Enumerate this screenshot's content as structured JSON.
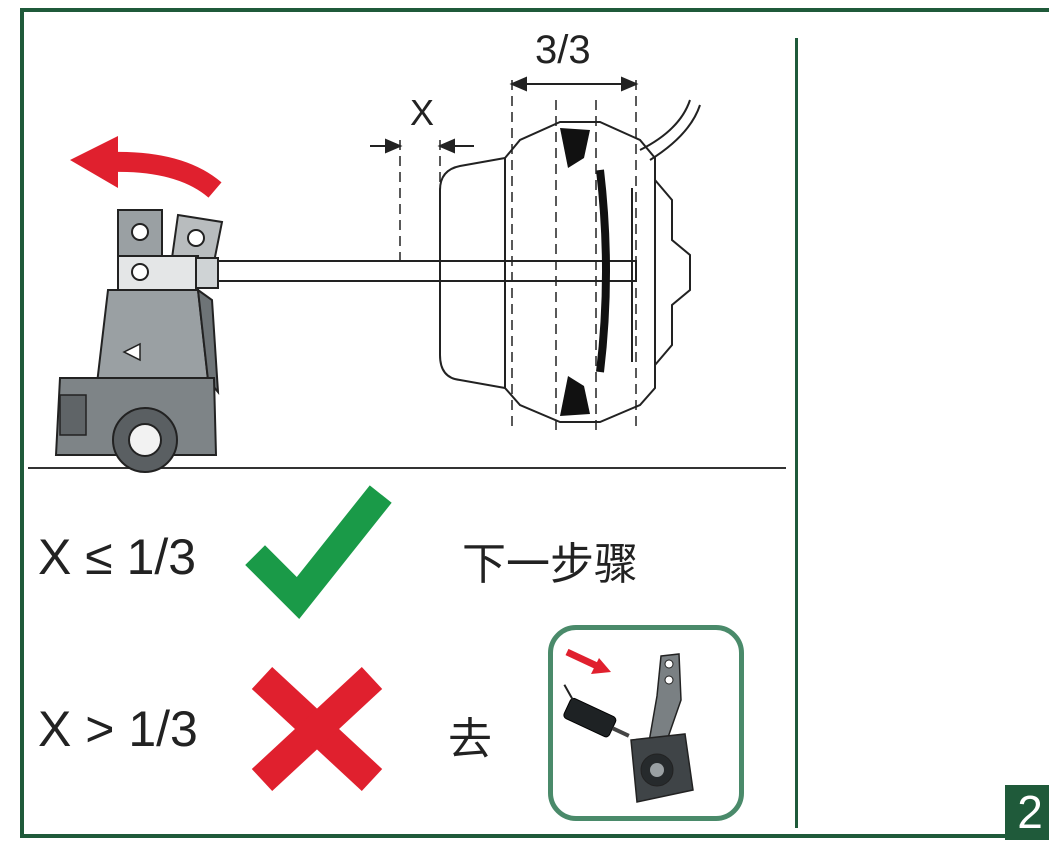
{
  "dimension_label": "3/3",
  "gap_label": "X",
  "rows": [
    {
      "condition": "X ≤ 1/3",
      "result": "check",
      "action": "下一步骤"
    },
    {
      "condition": "X > 1/3",
      "result": "cross",
      "action": "去"
    }
  ],
  "page_number": "2",
  "colors": {
    "frame": "#1f5a3a",
    "check": "#1a9a48",
    "cross": "#e0202e",
    "arrow": "#e0202e",
    "thumb_border": "#4a8a6a"
  },
  "icons": [
    "rotate-arrow-icon",
    "check-icon",
    "cross-icon",
    "slack-adjuster-thumbnail"
  ]
}
